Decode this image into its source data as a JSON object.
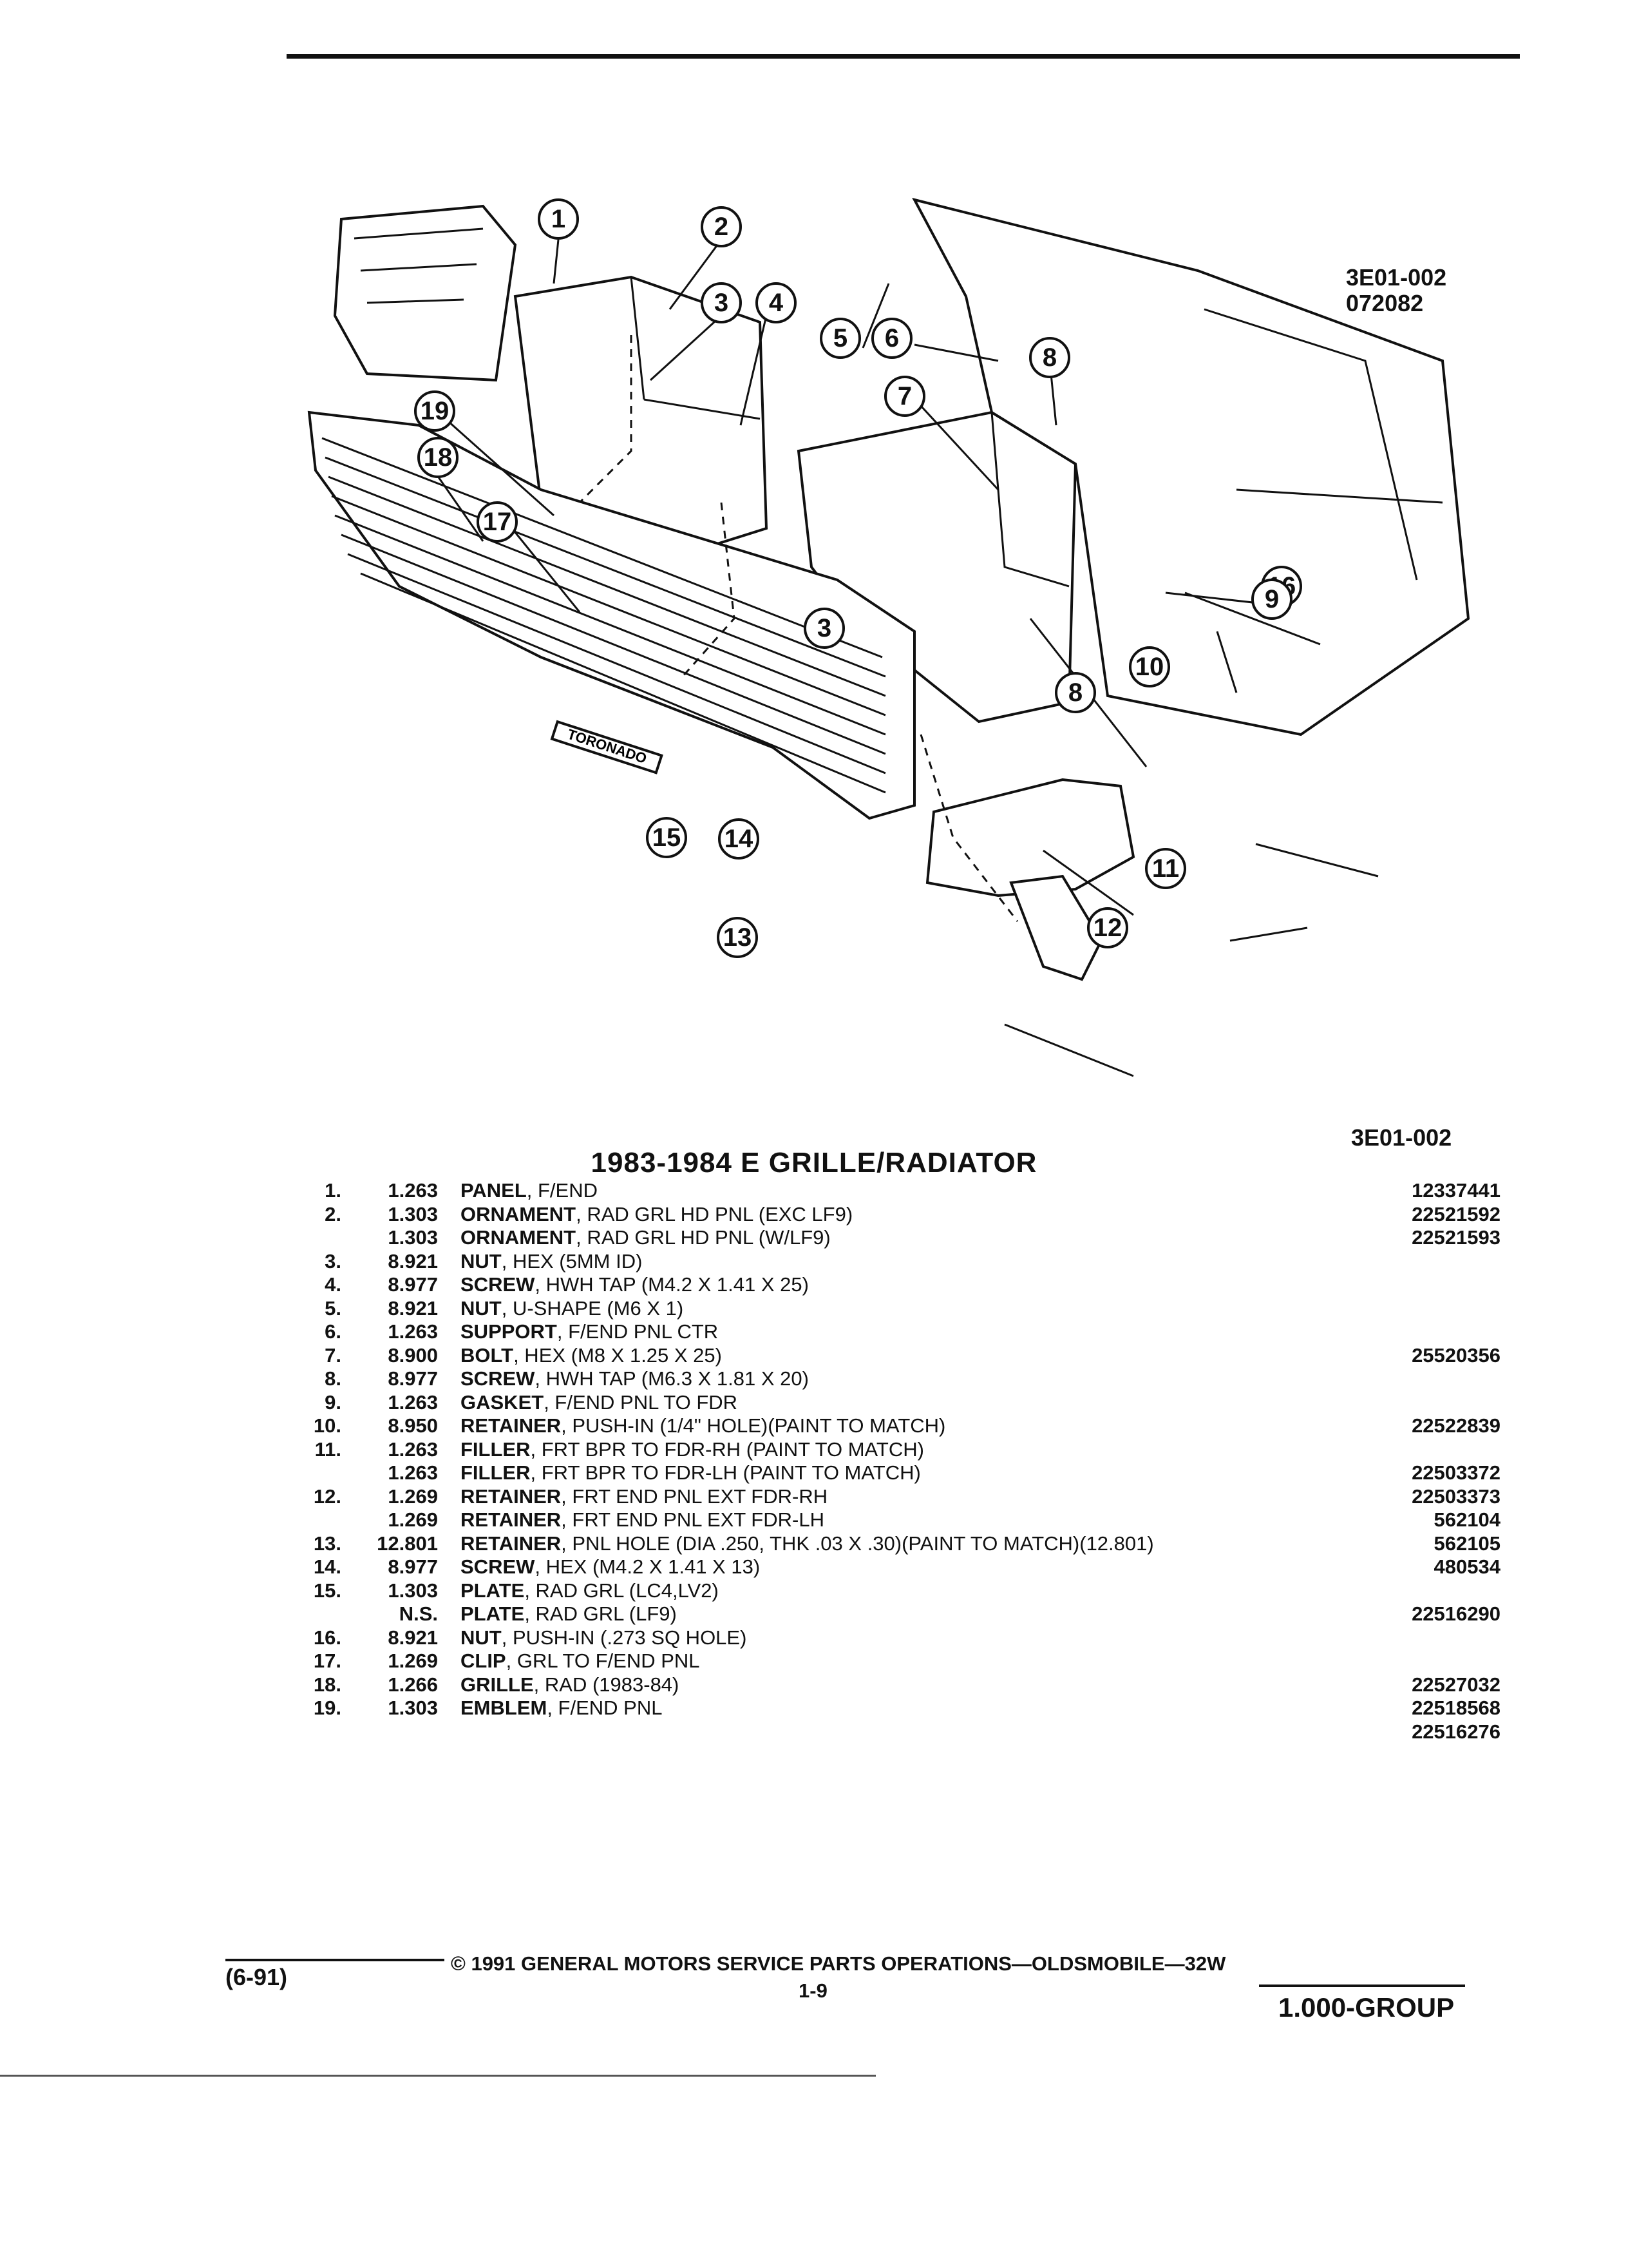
{
  "figure_code_top": "3E01-002",
  "figure_date": "072082",
  "figure_code_bottom": "3E01-002",
  "title": "1983-1984 E GRILLE/RADIATOR",
  "callouts": [
    "1",
    "2",
    "3",
    "4",
    "5",
    "6",
    "7",
    "8",
    "19",
    "18",
    "17",
    "16",
    "3",
    "10",
    "9",
    "8",
    "15",
    "14",
    "11",
    "12",
    "13"
  ],
  "emblem_text": "TORONADO",
  "parts": [
    {
      "num": "1.",
      "code": "1.263",
      "name": "PANEL",
      "desc": ", F/END",
      "pn": "12337441"
    },
    {
      "num": "2.",
      "code": "1.303",
      "name": "ORNAMENT",
      "desc": ", RAD GRL HD PNL (EXC LF9)",
      "pn": "22521592"
    },
    {
      "num": "",
      "code": "1.303",
      "name": "ORNAMENT",
      "desc": ", RAD GRL HD PNL (W/LF9)",
      "pn": "22521593"
    },
    {
      "num": "3.",
      "code": "8.921",
      "name": "NUT",
      "desc": ", HEX (5MM ID)",
      "pn": ""
    },
    {
      "num": "4.",
      "code": "8.977",
      "name": "SCREW",
      "desc": ", HWH TAP (M4.2 X 1.41 X 25)",
      "pn": ""
    },
    {
      "num": "5.",
      "code": "8.921",
      "name": "NUT",
      "desc": ", U-SHAPE (M6 X 1)",
      "pn": ""
    },
    {
      "num": "6.",
      "code": "1.263",
      "name": "SUPPORT",
      "desc": ", F/END PNL CTR",
      "pn": ""
    },
    {
      "num": "7.",
      "code": "8.900",
      "name": "BOLT",
      "desc": ", HEX (M8 X 1.25 X 25)",
      "pn": "25520356"
    },
    {
      "num": "8.",
      "code": "8.977",
      "name": "SCREW",
      "desc": ", HWH TAP (M6.3 X 1.81 X 20)",
      "pn": ""
    },
    {
      "num": "9.",
      "code": "1.263",
      "name": "GASKET",
      "desc": ", F/END PNL TO FDR",
      "pn": ""
    },
    {
      "num": "10.",
      "code": "8.950",
      "name": "RETAINER",
      "desc": ", PUSH-IN (1/4\" HOLE)(PAINT TO MATCH)",
      "pn": "22522839"
    },
    {
      "num": "11.",
      "code": "1.263",
      "name": "FILLER",
      "desc": ", FRT BPR TO FDR-RH (PAINT TO MATCH)",
      "pn": ""
    },
    {
      "num": "",
      "code": "1.263",
      "name": "FILLER",
      "desc": ", FRT BPR TO FDR-LH (PAINT TO MATCH)",
      "pn": "22503372"
    },
    {
      "num": "12.",
      "code": "1.269",
      "name": "RETAINER",
      "desc": ", FRT END PNL EXT FDR-RH",
      "pn": "22503373"
    },
    {
      "num": "",
      "code": "1.269",
      "name": "RETAINER",
      "desc": ", FRT END PNL EXT FDR-LH",
      "pn": "562104"
    },
    {
      "num": "13.",
      "code": "12.801",
      "name": "RETAINER",
      "desc": ", PNL HOLE (DIA .250, THK .03 X .30)(PAINT TO MATCH)(12.801)",
      "pn": "562105"
    },
    {
      "num": "14.",
      "code": "8.977",
      "name": "SCREW",
      "desc": ", HEX (M4.2 X 1.41 X 13)",
      "pn": "480534"
    },
    {
      "num": "15.",
      "code": "1.303",
      "name": "PLATE",
      "desc": ", RAD GRL (LC4,LV2)",
      "pn": ""
    },
    {
      "num": "",
      "code": "N.S.",
      "name": "PLATE",
      "desc": ", RAD GRL (LF9)",
      "pn": "22516290"
    },
    {
      "num": "16.",
      "code": "8.921",
      "name": "NUT",
      "desc": ", PUSH-IN (.273 SQ HOLE)",
      "pn": ""
    },
    {
      "num": "17.",
      "code": "1.269",
      "name": "CLIP",
      "desc": ", GRL TO F/END PNL",
      "pn": ""
    },
    {
      "num": "18.",
      "code": "1.266",
      "name": "GRILLE",
      "desc": ", RAD (1983-84)",
      "pn": "22527032"
    },
    {
      "num": "19.",
      "code": "1.303",
      "name": "EMBLEM",
      "desc": ", F/END PNL",
      "pn": "22518568"
    },
    {
      "num": "",
      "code": "",
      "name": "",
      "desc": "",
      "pn": "22516276"
    }
  ],
  "footer": {
    "date_code": "(6-91)",
    "copyright": "© 1991 GENERAL MOTORS SERVICE PARTS OPERATIONS—OLDSMOBILE—32W",
    "page": "1-9",
    "group": "1.000-GROUP"
  }
}
